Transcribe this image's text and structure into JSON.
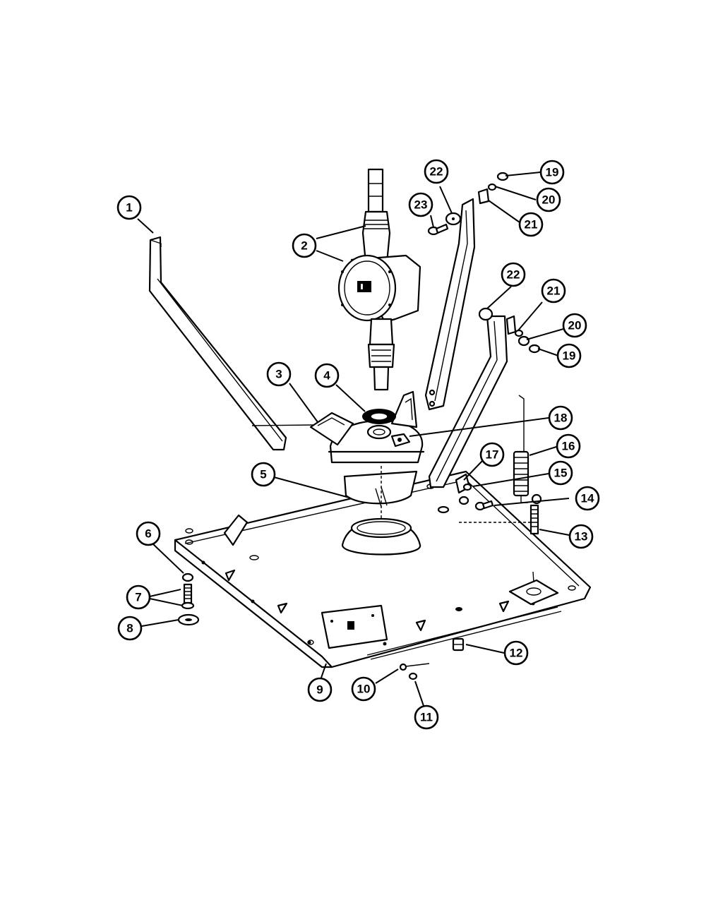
{
  "callouts": [
    {
      "id": "c1",
      "label": "1"
    },
    {
      "id": "c2",
      "label": "2"
    },
    {
      "id": "c3",
      "label": "3"
    },
    {
      "id": "c4",
      "label": "4"
    },
    {
      "id": "c5",
      "label": "5"
    },
    {
      "id": "c6",
      "label": "6"
    },
    {
      "id": "c7",
      "label": "7"
    },
    {
      "id": "c8",
      "label": "8"
    },
    {
      "id": "c9",
      "label": "9"
    },
    {
      "id": "c10",
      "label": "10"
    },
    {
      "id": "c11",
      "label": "11"
    },
    {
      "id": "c12",
      "label": "12"
    },
    {
      "id": "c13",
      "label": "13"
    },
    {
      "id": "c14",
      "label": "14"
    },
    {
      "id": "c15",
      "label": "15"
    },
    {
      "id": "c16",
      "label": "16"
    },
    {
      "id": "c17",
      "label": "17"
    },
    {
      "id": "c18",
      "label": "18"
    },
    {
      "id": "c19a",
      "label": "19"
    },
    {
      "id": "c20a",
      "label": "20"
    },
    {
      "id": "c21a",
      "label": "21"
    },
    {
      "id": "c22a",
      "label": "22"
    },
    {
      "id": "c23",
      "label": "23"
    },
    {
      "id": "c22b",
      "label": "22"
    },
    {
      "id": "c21b",
      "label": "21"
    },
    {
      "id": "c20b",
      "label": "20"
    },
    {
      "id": "c19b",
      "label": "19"
    }
  ]
}
